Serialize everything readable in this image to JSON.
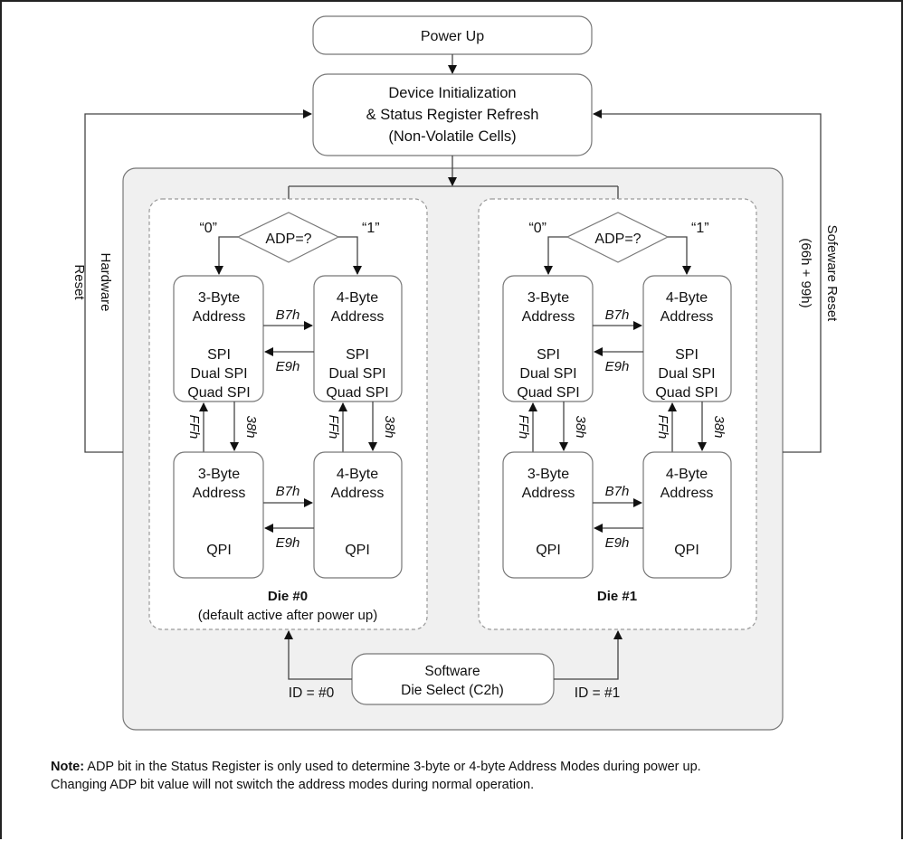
{
  "diagram": {
    "power_up": "Power Up",
    "init_box": [
      "Device Initialization",
      "& Status Register Refresh",
      "(Non-Volatile Cells)"
    ],
    "hardware_reset": [
      "Hardware",
      "Reset"
    ],
    "software_reset": [
      "Sofeware Reset",
      "(66h + 99h)"
    ],
    "dies": [
      {
        "name": "Die #0",
        "subtitle": "(default active after power up)",
        "decision": "ADP=?",
        "branch_0": "“0”",
        "branch_1": "“1”",
        "top_left": [
          "3-Byte",
          "Address",
          "",
          "SPI",
          "Dual SPI",
          "Quad SPI"
        ],
        "top_right": [
          "4-Byte",
          "Address",
          "",
          "SPI",
          "Dual SPI",
          "Quad SPI"
        ],
        "bottom_left": [
          "3-Byte",
          "Address",
          "",
          "",
          "QPI"
        ],
        "bottom_right": [
          "4-Byte",
          "Address",
          "",
          "",
          "QPI"
        ],
        "to_4byte": "B7h",
        "to_3byte": "E9h",
        "to_qpi": "38h",
        "to_spi": "FFh"
      },
      {
        "name": "Die #1",
        "subtitle": "",
        "decision": "ADP=?",
        "branch_0": "“0”",
        "branch_1": "“1”",
        "top_left": [
          "3-Byte",
          "Address",
          "",
          "SPI",
          "Dual SPI",
          "Quad SPI"
        ],
        "top_right": [
          "4-Byte",
          "Address",
          "",
          "SPI",
          "Dual SPI",
          "Quad SPI"
        ],
        "bottom_left": [
          "3-Byte",
          "Address",
          "",
          "",
          "QPI"
        ],
        "bottom_right": [
          "4-Byte",
          "Address",
          "",
          "",
          "QPI"
        ],
        "to_4byte": "B7h",
        "to_3byte": "E9h",
        "to_qpi": "38h",
        "to_spi": "FFh"
      }
    ],
    "die_select": [
      "Software",
      "Die Select (C2h)"
    ],
    "id0": "ID = #0",
    "id1": "ID = #1"
  },
  "note": {
    "label": "Note:",
    "line1": " ADP bit in the Status Register is only used to determine 3-byte or 4-byte Address Modes during power up.",
    "line2": "Changing ADP bit value will not switch the address modes during normal operation."
  },
  "colors": {
    "panel_fill": "#f0f0f0",
    "box_stroke": "#777777",
    "dash_stroke": "#999999",
    "line": "#444444",
    "text": "#111111"
  }
}
